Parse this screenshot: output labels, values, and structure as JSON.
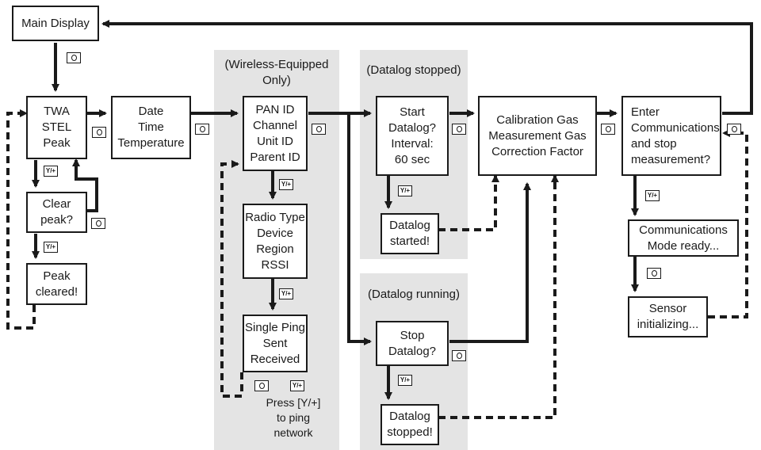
{
  "colors": {
    "line": "#1a1a1a",
    "panel": "#e4e4e4",
    "box": "#ffffff"
  },
  "key_icons": {
    "power": "power-key-icon",
    "yes_plus": "Y/+"
  },
  "boxes": {
    "main_display": [
      "Main Display"
    ],
    "twa": [
      "TWA",
      "STEL",
      "Peak"
    ],
    "clear_peak": [
      "Clear",
      "peak?"
    ],
    "peak_cleared": [
      "Peak",
      "cleared!"
    ],
    "date": [
      "Date",
      "Time",
      "Temperature"
    ],
    "pan": [
      "PAN ID",
      "Channel",
      "Unit ID",
      "Parent ID"
    ],
    "radio": [
      "Radio Type",
      "Device",
      "Region",
      "RSSI"
    ],
    "ping": [
      "Single Ping",
      "Sent",
      "Received"
    ],
    "start_datalog": [
      "Start",
      "Datalog?",
      "Interval:",
      "60 sec"
    ],
    "datalog_started": [
      "Datalog",
      "started!"
    ],
    "stop_datalog": [
      "Stop",
      "Datalog?"
    ],
    "datalog_stopped": [
      "Datalog",
      "stopped!"
    ],
    "cal_gas": [
      "Calibration Gas",
      "Measurement Gas",
      "Correction Factor"
    ],
    "enter_comm": [
      "Enter",
      "Communications",
      "and stop",
      "measurement?"
    ],
    "comm_ready": [
      "Communications",
      "Mode ready..."
    ],
    "sensor_init": [
      "Sensor",
      "initializing..."
    ]
  },
  "captions": {
    "wireless": [
      "(Wireless-Equipped",
      "Only)"
    ],
    "datalog_stopped": [
      "(Datalog stopped)"
    ],
    "datalog_running": [
      "(Datalog running)"
    ]
  },
  "notes": {
    "press_ping": [
      "Press [Y/+]",
      "to ping",
      "network"
    ]
  }
}
